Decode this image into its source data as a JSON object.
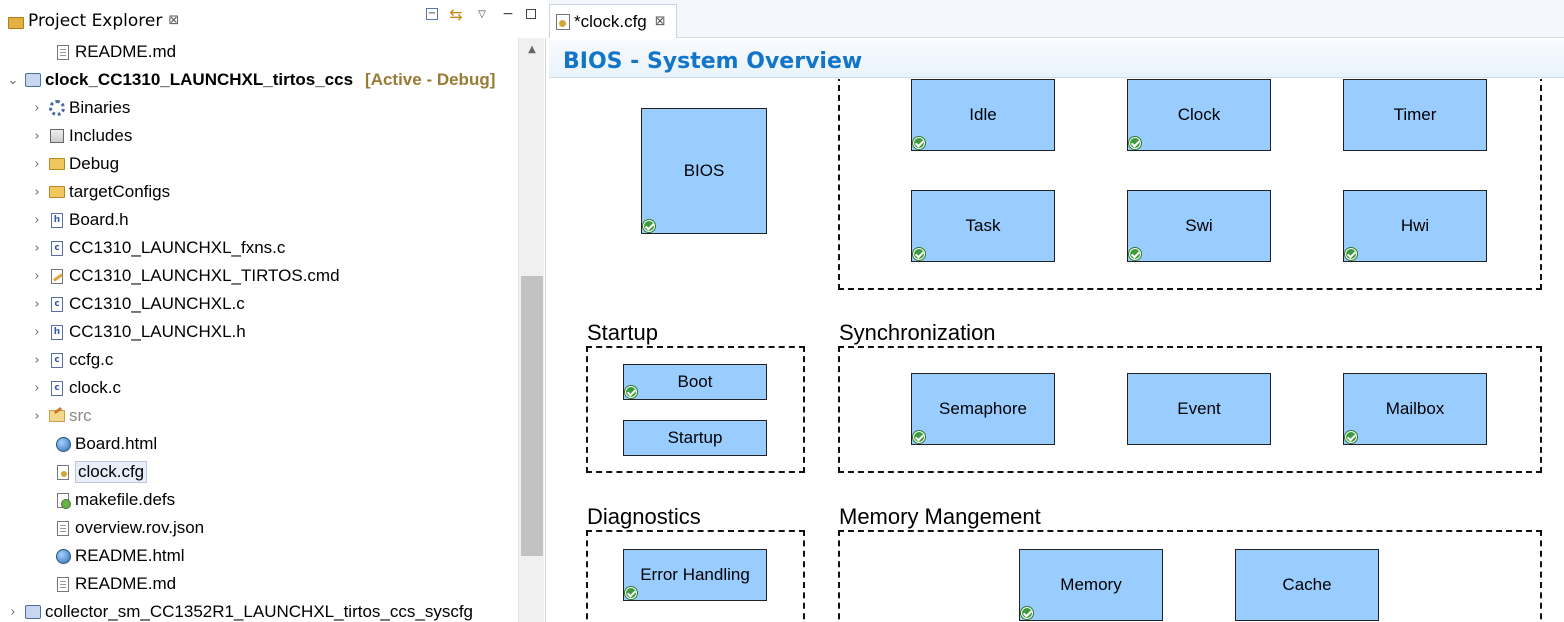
{
  "project_explorer": {
    "tab_label": "Project Explorer",
    "tab_close": "⊠",
    "tree": [
      {
        "label": "README.md",
        "indent": 2,
        "icon": "file-icon",
        "chevron": ""
      },
      {
        "label": "clock_CC1310_LAUNCHXL_tirtos_ccs",
        "indent": 0,
        "icon": "project-icon",
        "chevron": "⌄",
        "bold": true,
        "active_label": "[Active - Debug]"
      },
      {
        "label": "Binaries",
        "indent": 1,
        "icon": "binaries-icon",
        "chevron": "›"
      },
      {
        "label": "Includes",
        "indent": 1,
        "icon": "includes-icon",
        "chevron": "›"
      },
      {
        "label": "Debug",
        "indent": 1,
        "icon": "folder-icon",
        "chevron": "›"
      },
      {
        "label": "targetConfigs",
        "indent": 1,
        "icon": "folder-icon",
        "chevron": "›"
      },
      {
        "label": "Board.h",
        "indent": 1,
        "icon": "h-file-icon",
        "chevron": "›"
      },
      {
        "label": "CC1310_LAUNCHXL_fxns.c",
        "indent": 1,
        "icon": "c-file-icon",
        "chevron": "›"
      },
      {
        "label": "CC1310_LAUNCHXL_TIRTOS.cmd",
        "indent": 1,
        "icon": "cmd-file-icon",
        "chevron": "›"
      },
      {
        "label": "CC1310_LAUNCHXL.c",
        "indent": 1,
        "icon": "c-file-icon",
        "chevron": "›"
      },
      {
        "label": "CC1310_LAUNCHXL.h",
        "indent": 1,
        "icon": "h-file-icon",
        "chevron": "›"
      },
      {
        "label": "ccfg.c",
        "indent": 1,
        "icon": "c-file-icon",
        "chevron": "›"
      },
      {
        "label": "clock.c",
        "indent": 1,
        "icon": "c-file-icon",
        "chevron": "›"
      },
      {
        "label": "src",
        "indent": 1,
        "icon": "src-folder-icon",
        "chevron": "›",
        "gray": true
      },
      {
        "label": "Board.html",
        "indent": 2,
        "icon": "globe-icon",
        "chevron": ""
      },
      {
        "label": "clock.cfg",
        "indent": 2,
        "icon": "cfg-file-icon",
        "chevron": "",
        "selected": true
      },
      {
        "label": "makefile.defs",
        "indent": 2,
        "icon": "defs-file-icon",
        "chevron": ""
      },
      {
        "label": "overview.rov.json",
        "indent": 2,
        "icon": "file-icon",
        "chevron": ""
      },
      {
        "label": "README.html",
        "indent": 2,
        "icon": "globe-icon",
        "chevron": ""
      },
      {
        "label": "README.md",
        "indent": 2,
        "icon": "file-icon",
        "chevron": ""
      },
      {
        "label": "collector_sm_CC1352R1_LAUNCHXL_tirtos_ccs_syscfg",
        "indent": 0,
        "icon": "project-icon",
        "chevron": "›"
      }
    ]
  },
  "editor": {
    "tab_label": "*clock.cfg",
    "tab_close": "⊠",
    "header_title": "BIOS - System Overview",
    "groups": [
      {
        "title": "",
        "name": "scheduling-group"
      },
      {
        "title": "Startup",
        "name": "startup-group"
      },
      {
        "title": "Synchronization",
        "name": "synchronization-group"
      },
      {
        "title": "Diagnostics",
        "name": "diagnostics-group"
      },
      {
        "title": "Memory Mangement",
        "name": "memory-management-group"
      }
    ],
    "modules": [
      {
        "label": "BIOS",
        "enabled": true
      },
      {
        "label": "Idle",
        "enabled": true
      },
      {
        "label": "Clock",
        "enabled": true
      },
      {
        "label": "Timer",
        "enabled": false
      },
      {
        "label": "Task",
        "enabled": true
      },
      {
        "label": "Swi",
        "enabled": true
      },
      {
        "label": "Hwi",
        "enabled": true
      },
      {
        "label": "Boot",
        "enabled": true
      },
      {
        "label": "Startup",
        "enabled": false
      },
      {
        "label": "Semaphore",
        "enabled": true
      },
      {
        "label": "Event",
        "enabled": false
      },
      {
        "label": "Mailbox",
        "enabled": true
      },
      {
        "label": "Error Handling",
        "enabled": true
      },
      {
        "label": "Memory",
        "enabled": true
      },
      {
        "label": "Cache",
        "enabled": false
      }
    ]
  },
  "colors": {
    "module_fill": "#99ccff",
    "header_title": "#1275c8",
    "active_label": "#9a7b36",
    "check_ok": "#3b9a3b"
  }
}
